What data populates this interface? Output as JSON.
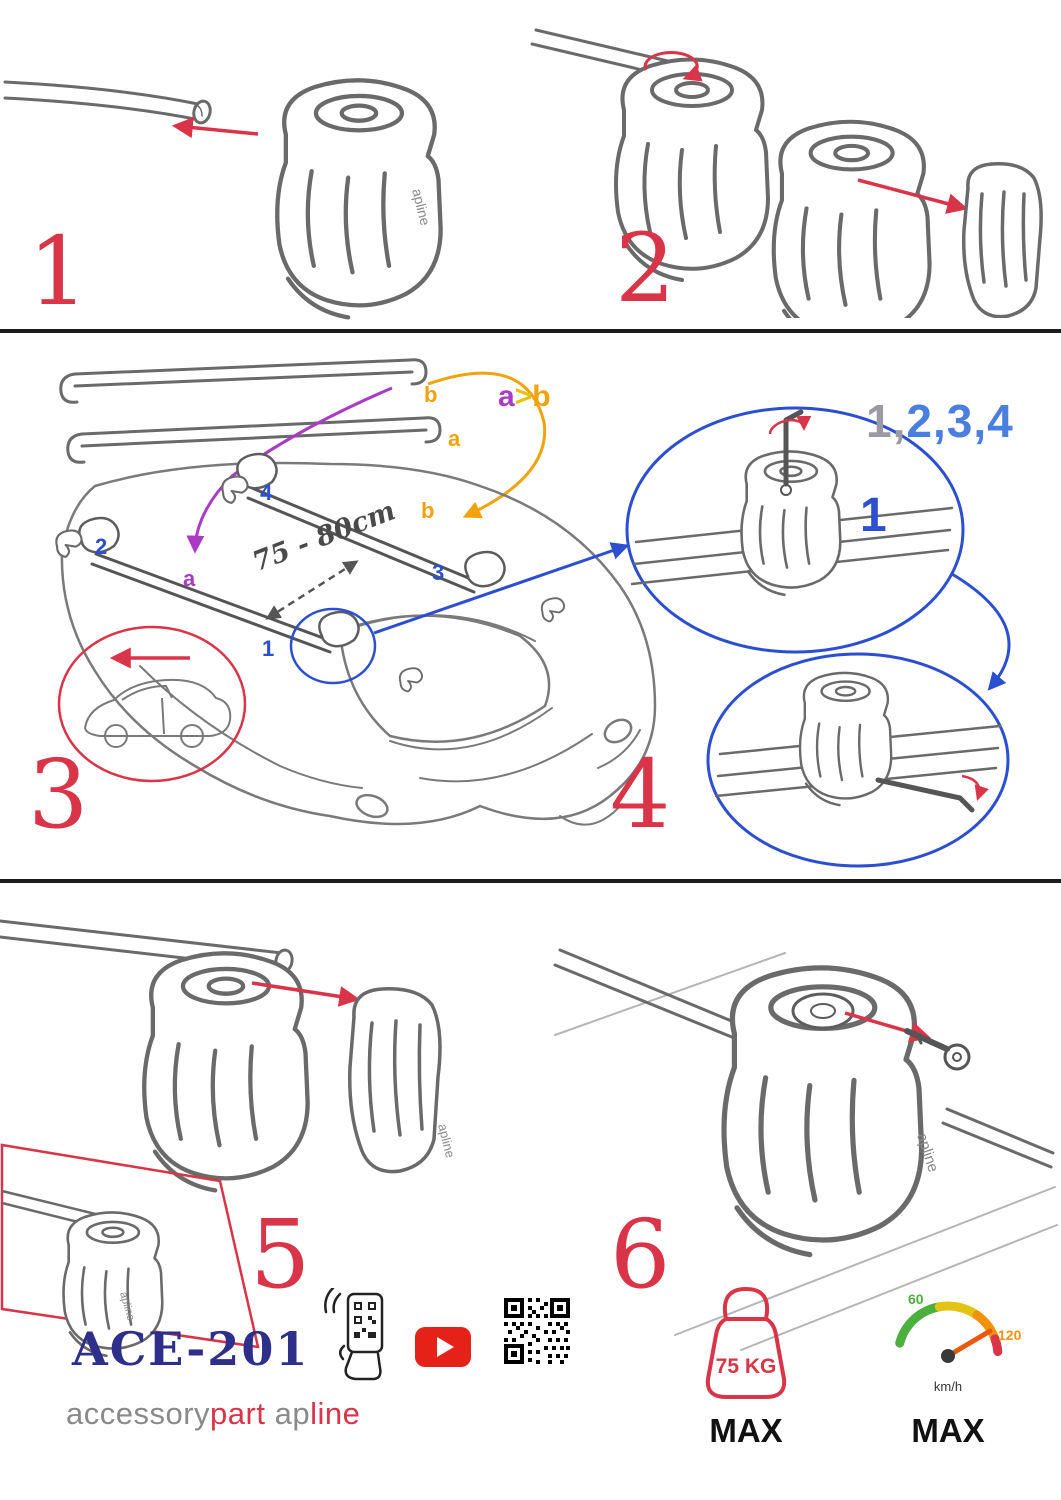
{
  "colors": {
    "red": "#d93448",
    "blue": "#2b4fd0",
    "label_blue": "#4a7fe0",
    "orange": "#f2a20c",
    "purple": "#a93bc4",
    "navy": "#2d2f8a",
    "gray": "#8a8a8a",
    "green": "#4caf3e"
  },
  "steps": {
    "s1": "1",
    "s2": "2",
    "s3": "3",
    "s4": "4",
    "s5": "5",
    "s6": "6"
  },
  "annotations": {
    "loose_bar_top": "b",
    "loose_bar_bottom": "a",
    "compare_a": "a",
    "compare_gt": ">",
    "compare_b": "b",
    "sequence_gray": "1,",
    "sequence_blue": "2,3,4",
    "measurement": "75 - 80cm",
    "pos1": "1",
    "pos2": "2",
    "pos3": "3",
    "pos4": "4",
    "pos_a": "a",
    "pos_b": "b",
    "detail1": "1",
    "logo": "apline"
  },
  "footer": {
    "model": "ACE-201",
    "brand_gray1": "accessory",
    "brand_red1": "part",
    "brand_gray2": "ap",
    "brand_red2": "line",
    "weight_value": "75 KG",
    "weight_max": "MAX",
    "speed_60": "60",
    "speed_120": "120",
    "speed_unit": "km/h",
    "speed_max": "MAX"
  }
}
